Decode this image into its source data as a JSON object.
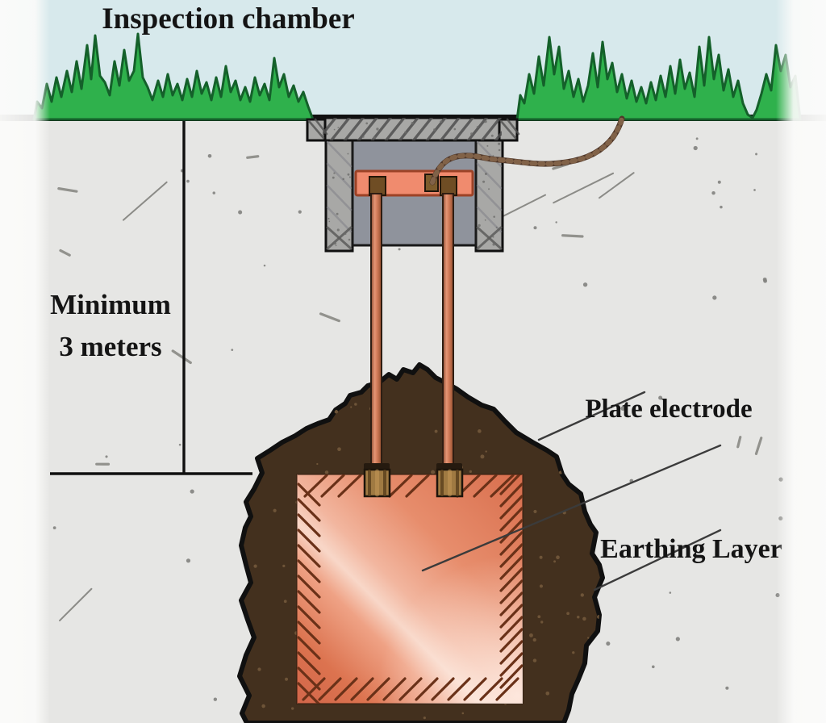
{
  "diagram": {
    "type": "earthing-plate-electrode-illustration",
    "labels": {
      "inspection_chamber": "Inspection chamber",
      "minimum_line1": "Minimum",
      "minimum_line2": "3 meters",
      "plate_electrode": "Plate electrode",
      "earthing_layer": "Earthing Layer"
    },
    "colors": {
      "sky": "#d7e9ec",
      "grass": "#2fb14c",
      "grass_outline": "#14602a",
      "ground": "#e6e6e4",
      "outline": "#101010",
      "speckle": "#82827e",
      "pit": "#43301e",
      "pit_speckle": "#73593b",
      "concrete": "#a8a8a6",
      "concrete_dark": "#4f4f4f",
      "interior": "#8f939c",
      "busbar": "#f08b6e",
      "copper": "#d86e4d",
      "copper_light": "#f8d7c8",
      "rod": "#d57e5c",
      "clamp": "#a07a42",
      "wire": "#50382a",
      "label": "#141414",
      "leader": "#3b3b3b"
    }
  }
}
